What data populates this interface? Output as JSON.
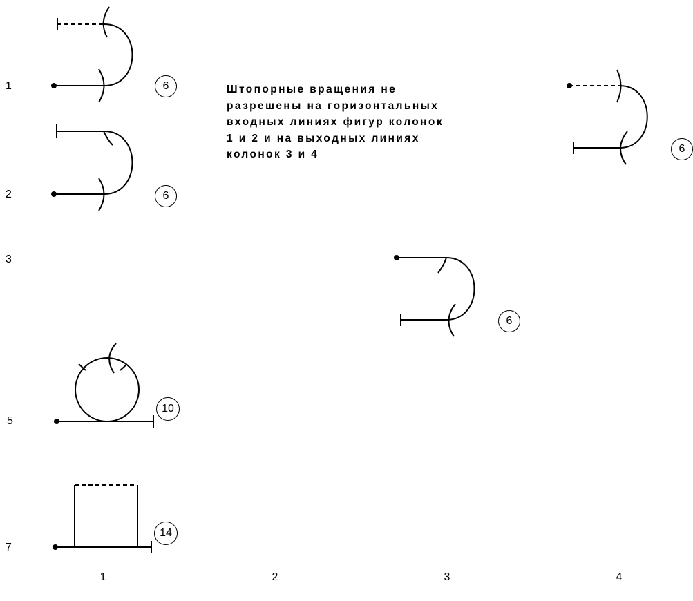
{
  "row_labels": {
    "r1": "1",
    "r2": "2",
    "r3": "3",
    "r5": "5",
    "r7": "7"
  },
  "column_labels": {
    "c1": "1",
    "c2": "2",
    "c3": "3",
    "c4": "4"
  },
  "note_lines": [
    "Штопорные вращения не",
    "разрешены на горизонтальных",
    "входных линиях фигур колонок",
    "1 и 2 и на выходных линиях",
    "колонок 3 и 4"
  ],
  "figures": {
    "row1_col1": {
      "value": "6"
    },
    "row2_col1": {
      "value": "6"
    },
    "row1_col4": {
      "value": "6"
    },
    "row3_col3": {
      "value": "6"
    },
    "row5_col1": {
      "value": "10"
    },
    "row7_col1": {
      "value": "14"
    }
  },
  "colors": {
    "ink": "#000000",
    "background": "#ffffff"
  }
}
